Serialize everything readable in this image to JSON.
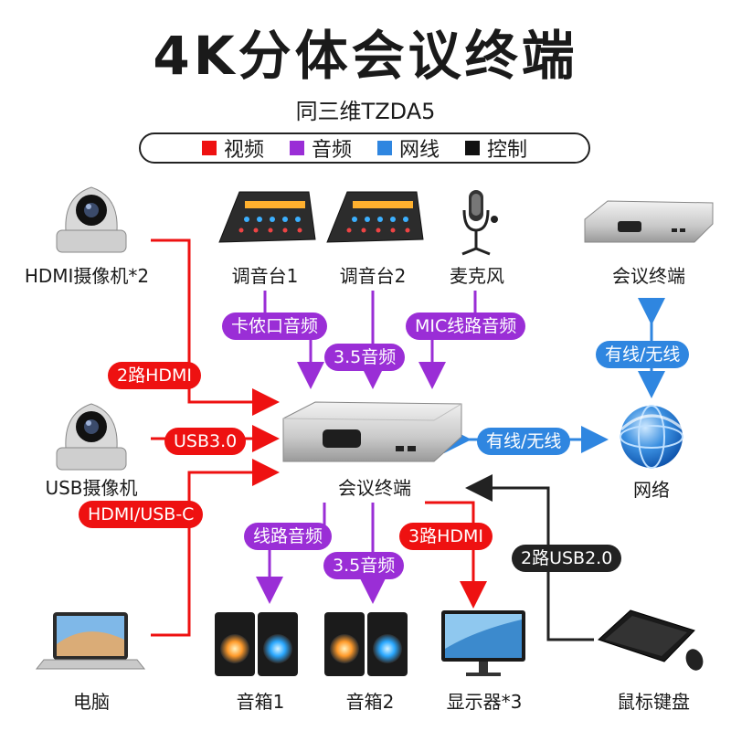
{
  "title": "4K分体会议终端",
  "subtitle": "同三维TZDA5",
  "legend": [
    {
      "label": "视频",
      "color": "#ee1111"
    },
    {
      "label": "音频",
      "color": "#9a2ed6"
    },
    {
      "label": "网线",
      "color": "#2f86e0"
    },
    {
      "label": "控制",
      "color": "#111111"
    }
  ],
  "devices": {
    "hdmi_camera": "HDMI摄像机*2",
    "mixer1": "调音台1",
    "mixer2": "调音台2",
    "microphone": "麦克风",
    "remote_terminal": "会议终端",
    "usb_camera": "USB摄像机",
    "center_terminal": "会议终端",
    "network": "网络",
    "laptop": "电脑",
    "speaker1": "音箱1",
    "speaker2": "音箱2",
    "monitor": "显示器*3",
    "keyboard_mouse": "鼠标键盘"
  },
  "links": {
    "cannon_audio": "卡侬口音频",
    "audio35_top": "3.5音频",
    "mic_line_audio": "MIC线路音频",
    "wired_wireless_top": "有线/无线",
    "hdmi2": "2路HDMI",
    "usb30": "USB3.0",
    "wired_wireless_mid": "有线/无线",
    "hdmi_usbc": "HDMI/USB-C",
    "line_audio": "线路音频",
    "audio35_bottom": "3.5音频",
    "hdmi3": "3路HDMI",
    "usb20": "2路USB2.0"
  }
}
